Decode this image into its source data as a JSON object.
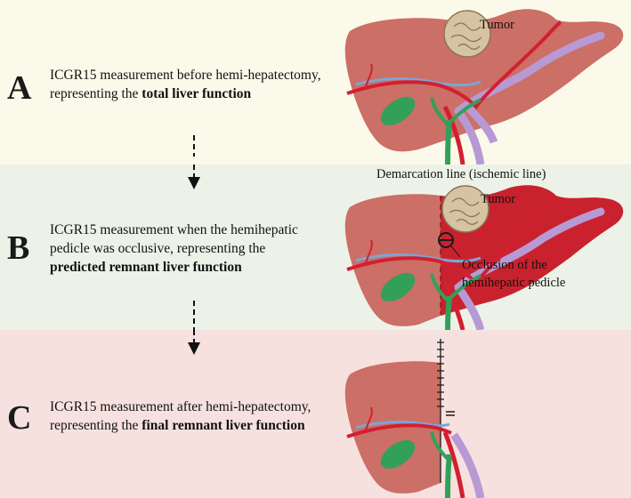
{
  "colors": {
    "band_a": "#fbf9ea",
    "band_b": "#edf2e8",
    "band_c": "#f6e1df",
    "liver": "#cc6f66",
    "ischemic": "#c9222e",
    "artery": "#d31f30",
    "portal_vein": "#b79ad4",
    "bile_duct": "#33a05a",
    "hepatic_vein_blue": "#7aa6d6",
    "tumor": "#d6c3a2"
  },
  "panels": [
    {
      "letter": "A",
      "text_plain": "ICGR15 measurement before hemi-hepatectomy, representing the ",
      "text_bold": "total liver function"
    },
    {
      "letter": "B",
      "text_plain": "ICGR15 measurement when the hemihepatic pedicle was occlusive, representing the ",
      "text_bold": "predicted remnant liver function"
    },
    {
      "letter": "C",
      "text_plain": "ICGR15 measurement after hemi-hepatectomy, representing the ",
      "text_bold": "final remnant liver function"
    }
  ],
  "labels": {
    "tumor_a": "Tumor",
    "tumor_b": "Tumor",
    "demarcation": "Demarcation line (ischemic line)",
    "occlusion_line1": "Occlusion of the",
    "occlusion_line2": "hemihepatic pedicle"
  }
}
